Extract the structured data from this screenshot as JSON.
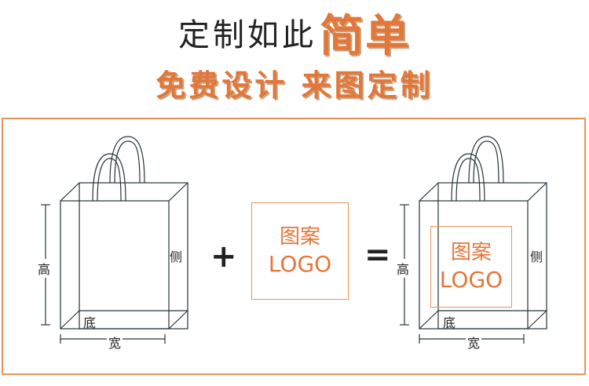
{
  "header": {
    "line1_normal": "定制如此",
    "line1_emphasis": "简单",
    "line2": "免费设计 来图定制"
  },
  "diagram": {
    "operator_plus": "+",
    "operator_equals": "=",
    "logo_card": {
      "line1": "图案",
      "line2": "LOGO"
    },
    "bag_labels": {
      "height": "高",
      "side": "侧",
      "bottom": "底",
      "width": "宽"
    }
  },
  "colors": {
    "accent": "#e2773a",
    "line": "#26343b",
    "frame": "#e8935a"
  }
}
